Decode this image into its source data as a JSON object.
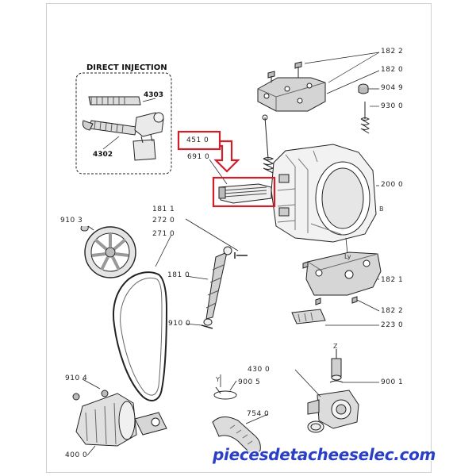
{
  "inset": {
    "title": "DIRECT INJECTION",
    "part_a": "4303",
    "part_b": "4302"
  },
  "labels": {
    "l1822a": "182 2",
    "l1820": "182 0",
    "l9049": "904 9",
    "l9300": "930 0",
    "l4510": "451 0",
    "l6910": "691 0",
    "l2000": "200 0",
    "l1811": "181 1",
    "l9103": "910 3",
    "l2720": "272 0",
    "l2710": "271 0",
    "l1810": "181 0",
    "l1821": "182 1",
    "l1822b": "182 2",
    "l9100": "910 0",
    "l2230": "223 0",
    "l9104": "910 4",
    "l4300": "430 0",
    "l9005": "900 5",
    "l9001": "900 1",
    "l7540": "754 0",
    "l4000": "400 0"
  },
  "marks": {
    "drum_b": "B",
    "drum_ly": "Ly",
    "pump_z": "Z",
    "hose_y": "Y"
  },
  "watermark": "piecesdetacheeselec.com",
  "colors": {
    "highlight": "#d11f2a",
    "line": "#222222",
    "watermark": "#2a3fc8"
  }
}
